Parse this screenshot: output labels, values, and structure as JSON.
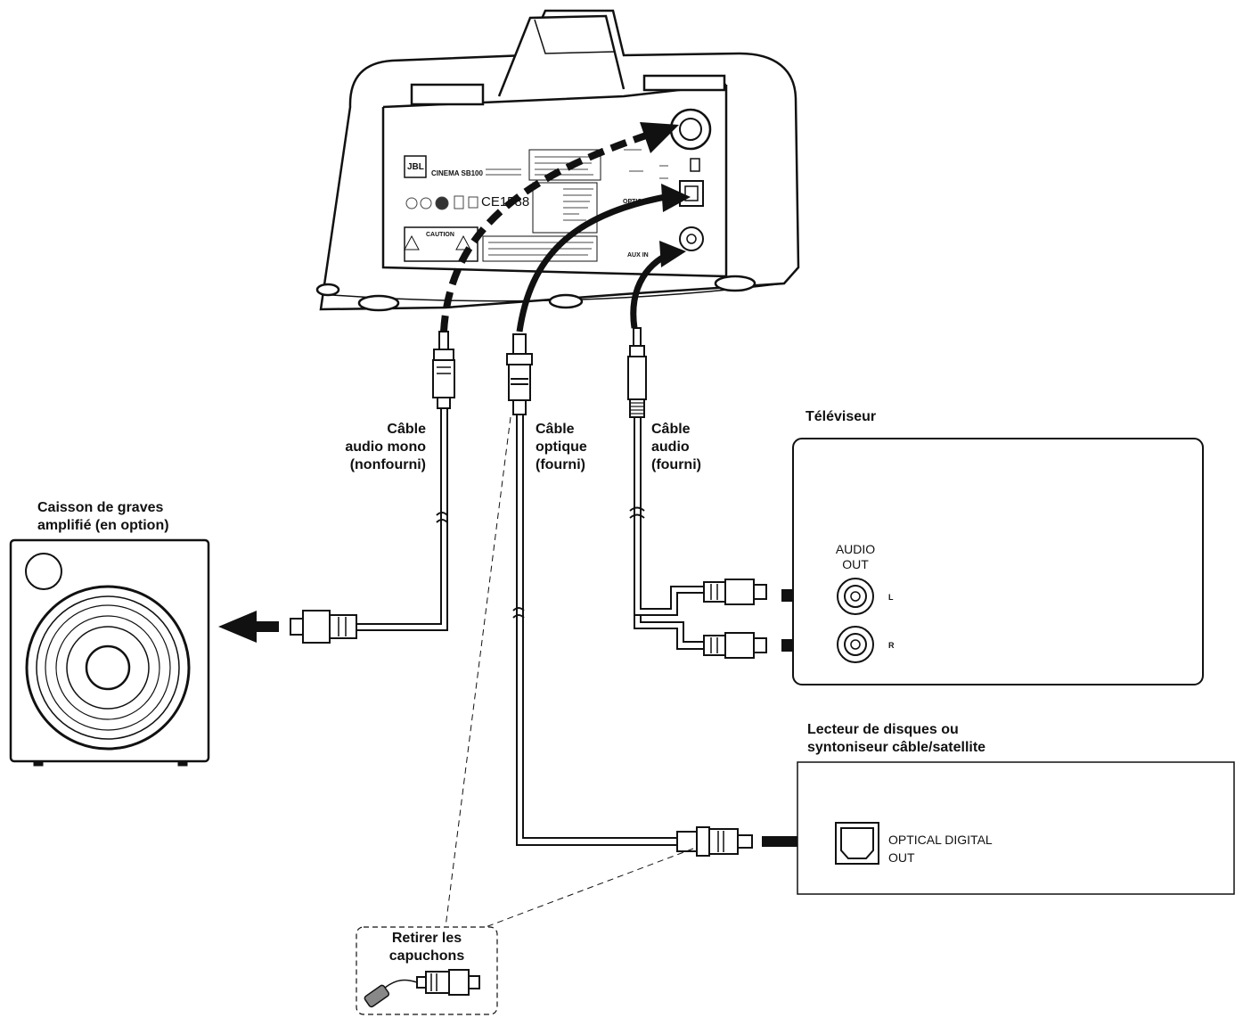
{
  "labels": {
    "cable_mono": "Câble\naudio mono\n(nonfourni)",
    "cable_optical": "Câble\noptique\n(fourni)",
    "cable_audio": "Câble\naudio\n(fourni)",
    "subwoofer": "Caisson de graves\namplifié (en option)",
    "tv": "Téléviseur",
    "tv_audio_out": "AUDIO\nOUT",
    "tv_left": "L",
    "tv_right": "R",
    "disc_player": "Lecteur de disques ou\nsyntoniseur câble/satellite",
    "optical_out": "OPTICAL DIGITAL\nOUT",
    "remove_caps": "Retirer les\ncapuchons"
  },
  "device": {
    "brand": "JBL",
    "model": "CINEMA SB100",
    "caution": "CAUTION",
    "ce_mark": "CE1588",
    "port_optical": "OPTICAL",
    "port_aux": "AUX IN"
  }
}
